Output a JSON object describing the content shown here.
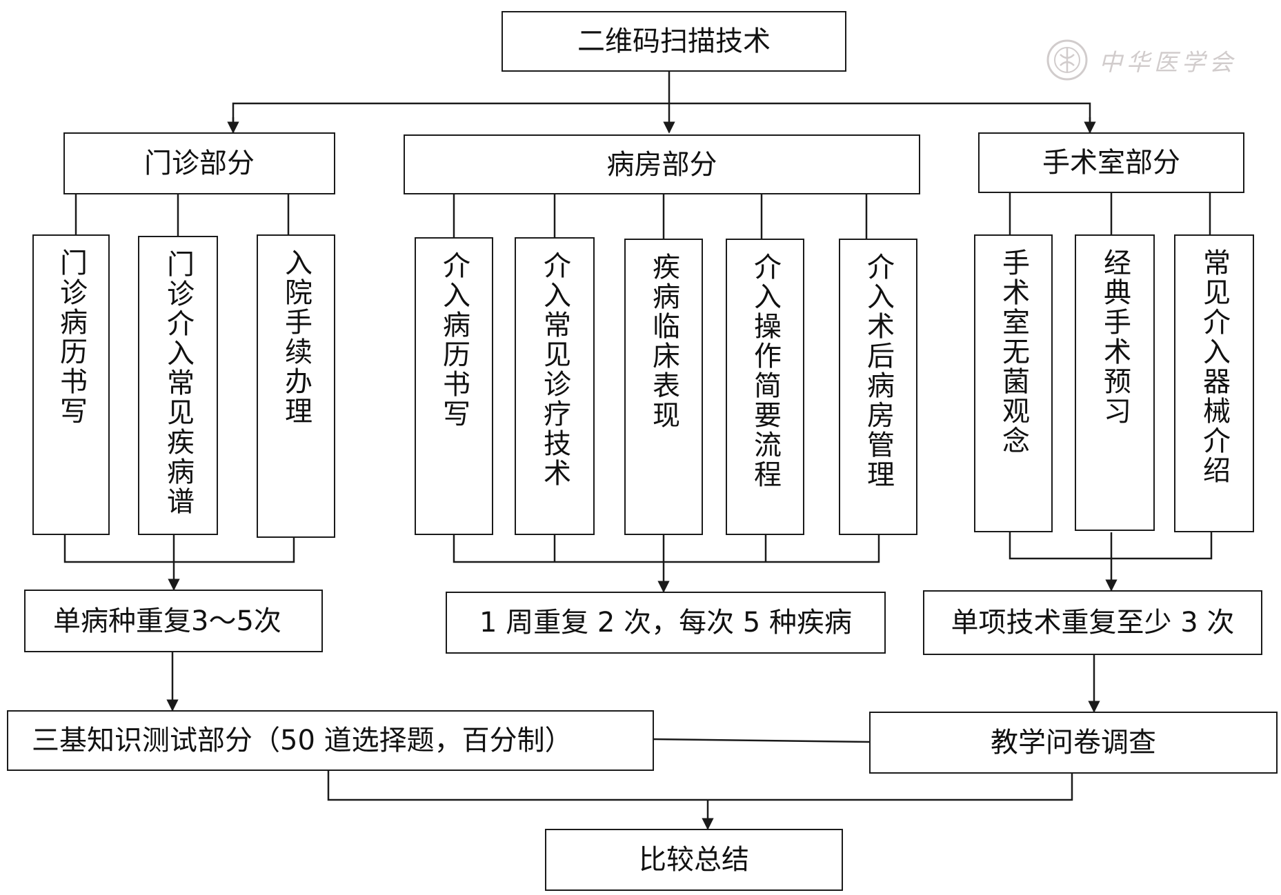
{
  "root": "二维码扫描技术",
  "watermark": {
    "text": "中华医学会",
    "color": "#9a8f8f"
  },
  "sections": {
    "outpatient": {
      "title": "门诊部分",
      "items": [
        "门诊病历书写",
        "门诊介入常见疾病谱",
        "入院手续办理"
      ],
      "repeat": "单病种重复3～5次"
    },
    "ward": {
      "title": "病房部分",
      "items": [
        "介入病历书写",
        "介入常见诊疗技术",
        "疾病临床表现",
        "介入操作简要流程",
        "介入术后病房管理"
      ],
      "repeat": "1 周重复 2 次，每次 5 种疾病"
    },
    "or": {
      "title": "手术室部分",
      "items": [
        "手术室无菌观念",
        "经典手术预习",
        "常见介入器械介绍"
      ],
      "repeat": "单项技术重复至少 3 次"
    }
  },
  "evaluation": {
    "test": "三基知识测试部分（50 道选择题，百分制）",
    "survey": "教学问卷调查"
  },
  "conclusion": "比较总结",
  "colors": {
    "line": "#1a1a1a",
    "text": "#111111"
  }
}
